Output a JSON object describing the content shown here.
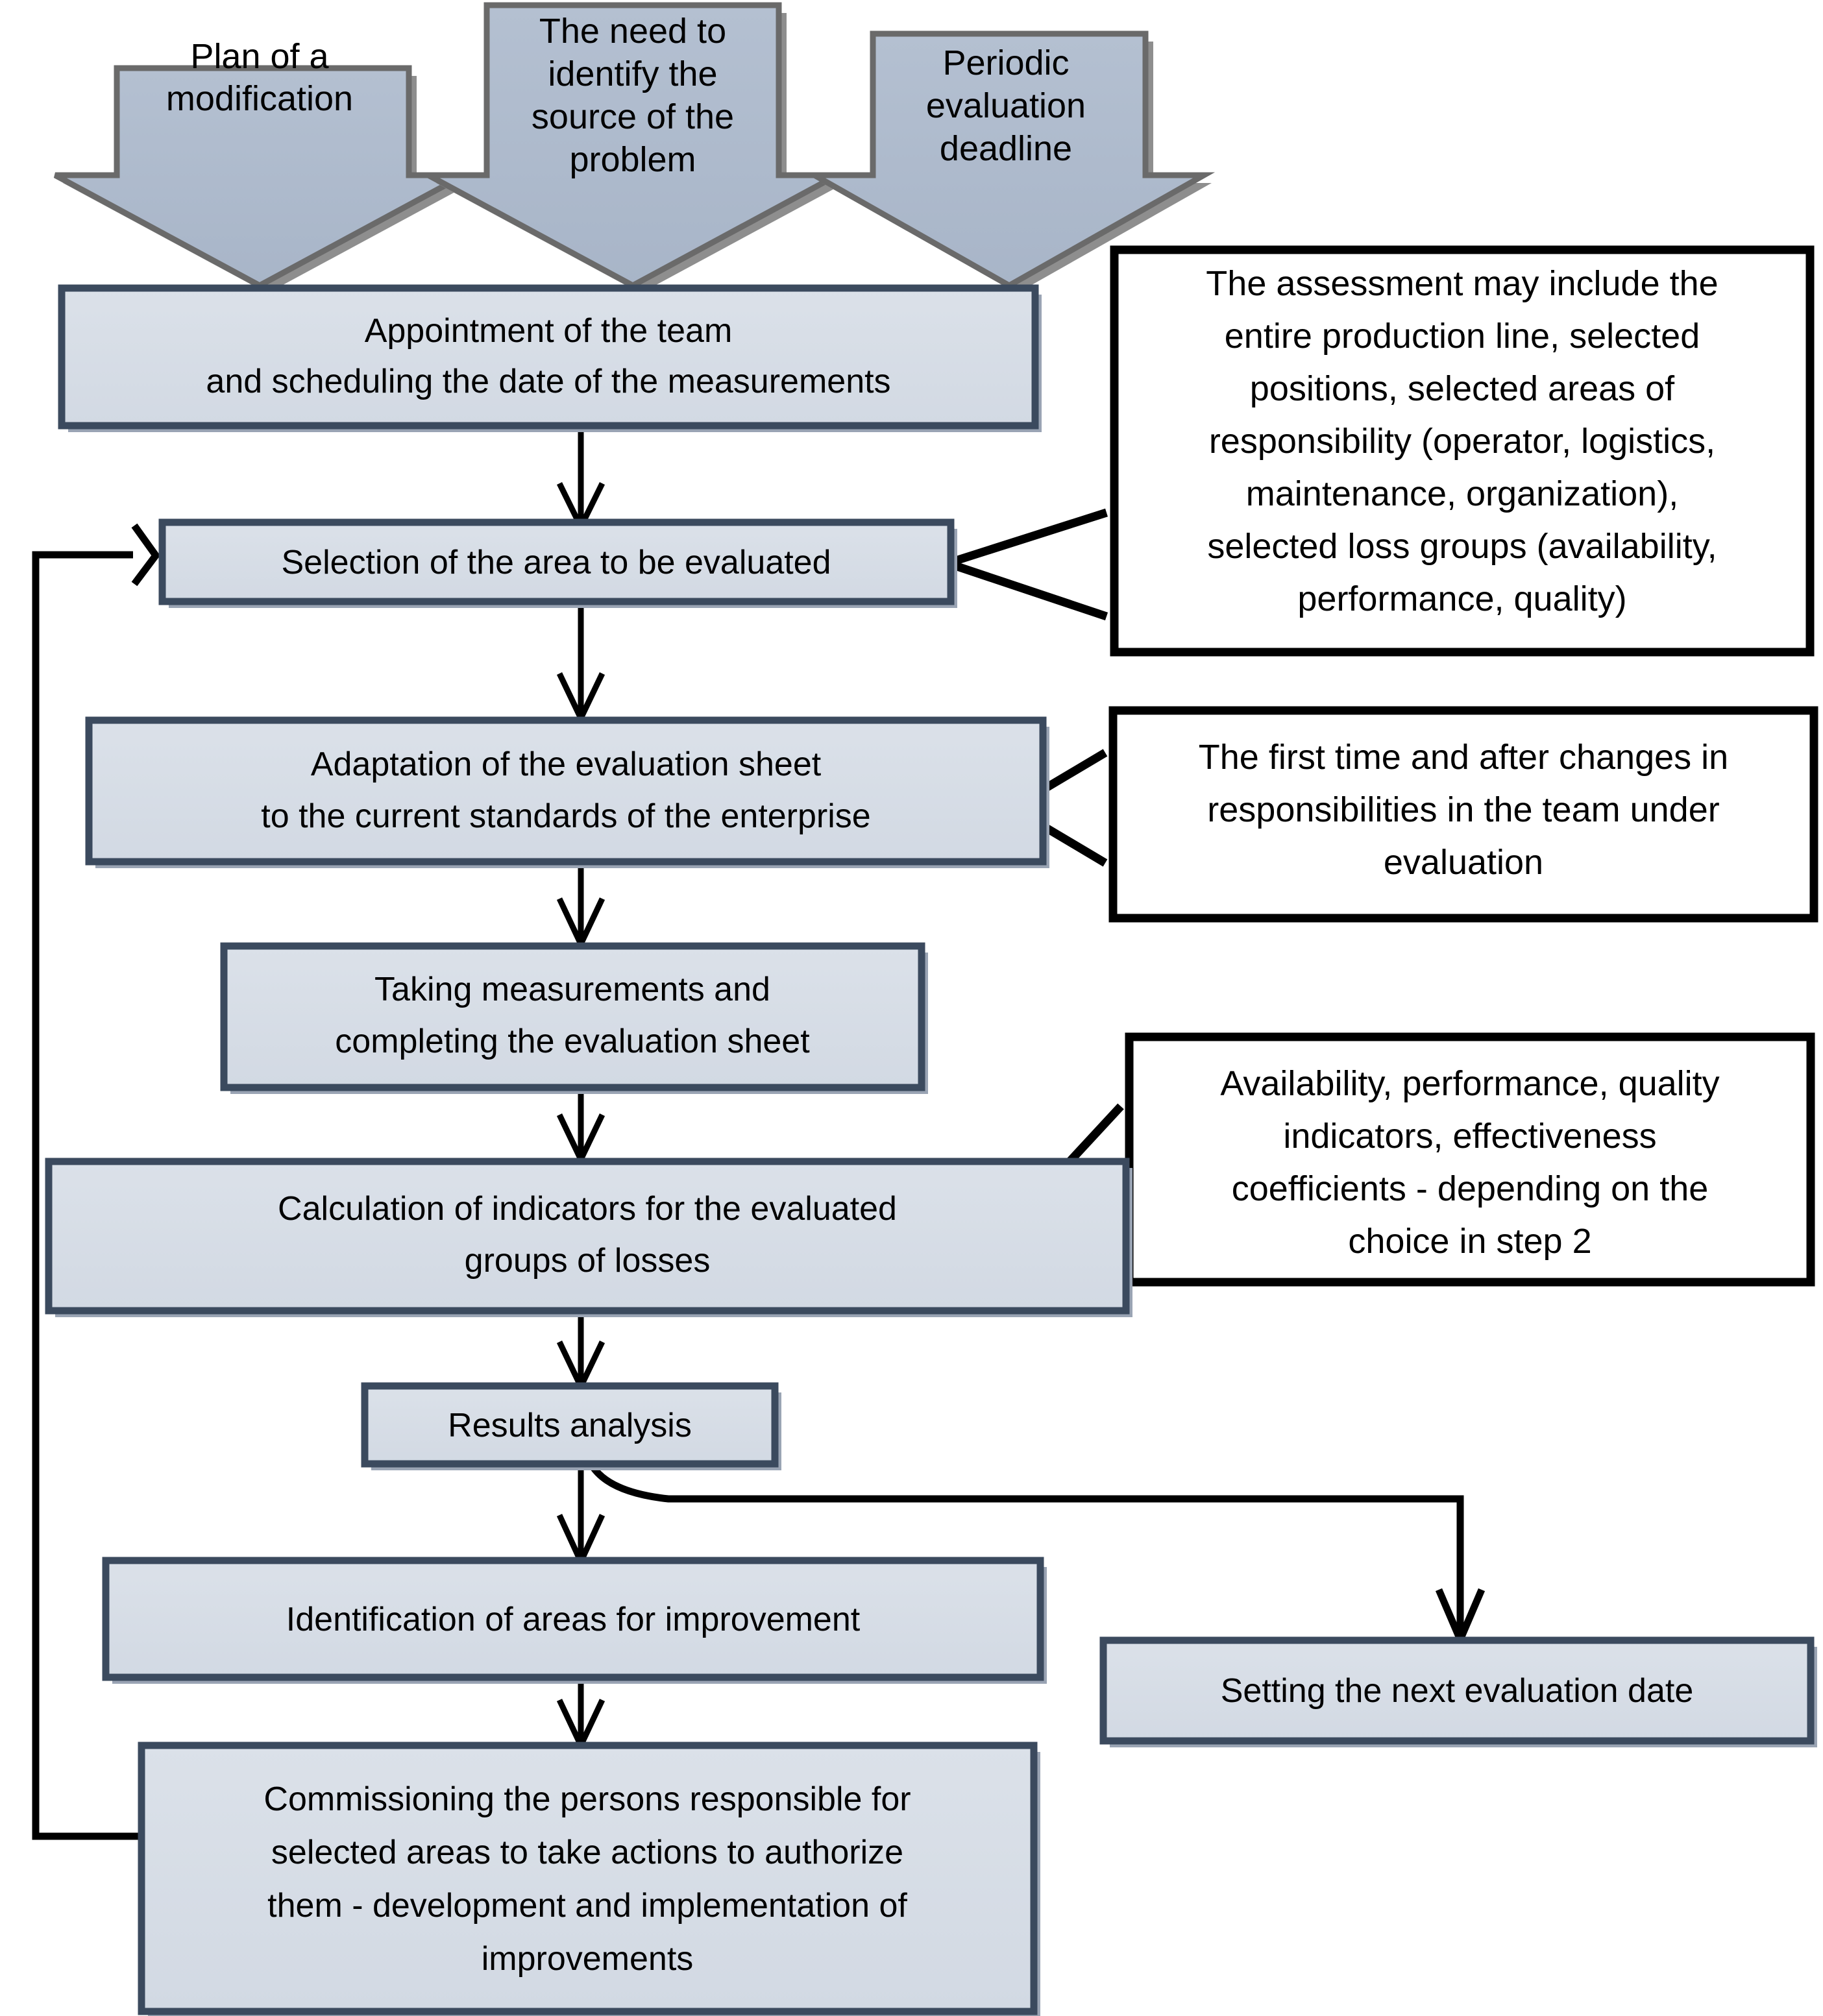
{
  "diagram": {
    "type": "flowchart",
    "title": "Evaluation process flowchart",
    "colors": {
      "process_fill": "#D7DDE6",
      "process_border": "#3B4A5E",
      "arrow_shape_fill": "#AEBBCE",
      "arrow_shape_border": "#6A6A6A",
      "callout_fill": "#FFFFFF",
      "callout_border": "#000000",
      "connector": "#000000",
      "text": "#000000"
    }
  },
  "inputs": [
    {
      "id": "input-plan",
      "lines": [
        "Plan of a",
        "modification"
      ]
    },
    {
      "id": "input-problem",
      "lines": [
        "The need to",
        "identify the",
        "source of the",
        "problem"
      ]
    },
    {
      "id": "input-periodic",
      "lines": [
        "Periodic",
        "evaluation",
        "deadline"
      ]
    }
  ],
  "steps": [
    {
      "id": "step-appointment",
      "lines": [
        "Appointment of the team",
        "and scheduling the date of the measurements"
      ]
    },
    {
      "id": "step-selection",
      "lines": [
        "Selection of the area to be evaluated"
      ]
    },
    {
      "id": "step-adaptation",
      "lines": [
        "Adaptation of the evaluation sheet",
        "to the current standards of the enterprise"
      ]
    },
    {
      "id": "step-measurements",
      "lines": [
        "Taking measurements and",
        "completing the evaluation sheet"
      ]
    },
    {
      "id": "step-calculation",
      "lines": [
        "Calculation of indicators for the evaluated",
        "groups of losses"
      ]
    },
    {
      "id": "step-results",
      "lines": [
        "Results analysis"
      ]
    },
    {
      "id": "step-identification",
      "lines": [
        "Identification of areas for improvement"
      ]
    },
    {
      "id": "step-commissioning",
      "lines": [
        "Commissioning the persons responsible for",
        "selected areas to take actions to authorize",
        "them - development and implementation of",
        "improvements"
      ]
    },
    {
      "id": "step-next-date",
      "lines": [
        "Setting the next evaluation date"
      ]
    }
  ],
  "callouts": [
    {
      "id": "callout-assessment",
      "target": "step-selection",
      "lines": [
        "The assessment may include the",
        "entire production line, selected",
        "positions, selected areas of",
        "responsibility (operator, logistics,",
        "maintenance, organization),",
        "selected loss groups (availability,",
        "performance, quality)"
      ]
    },
    {
      "id": "callout-first-time",
      "target": "step-adaptation",
      "lines": [
        "The first time and after changes in",
        "responsibilities in the team under",
        "evaluation"
      ]
    },
    {
      "id": "callout-indicators",
      "target": "step-calculation",
      "lines": [
        "Availability, performance, quality",
        "indicators, effectiveness",
        "coefficients - depending on the",
        "choice in step 2"
      ]
    }
  ],
  "connectors": [
    {
      "id": "conn-appointment-selection",
      "from": "step-appointment",
      "to": "step-selection"
    },
    {
      "id": "conn-selection-adaptation",
      "from": "step-selection",
      "to": "step-adaptation"
    },
    {
      "id": "conn-adaptation-measurements",
      "from": "step-adaptation",
      "to": "step-measurements"
    },
    {
      "id": "conn-measurements-calculation",
      "from": "step-measurements",
      "to": "step-calculation"
    },
    {
      "id": "conn-calculation-results",
      "from": "step-calculation",
      "to": "step-results"
    },
    {
      "id": "conn-results-identification",
      "from": "step-results",
      "to": "step-identification"
    },
    {
      "id": "conn-results-nextdate",
      "from": "step-results",
      "to": "step-next-date"
    },
    {
      "id": "conn-identification-commissioning",
      "from": "step-identification",
      "to": "step-commissioning"
    },
    {
      "id": "conn-feedback-loop",
      "from": "step-commissioning",
      "to": "step-selection"
    }
  ]
}
